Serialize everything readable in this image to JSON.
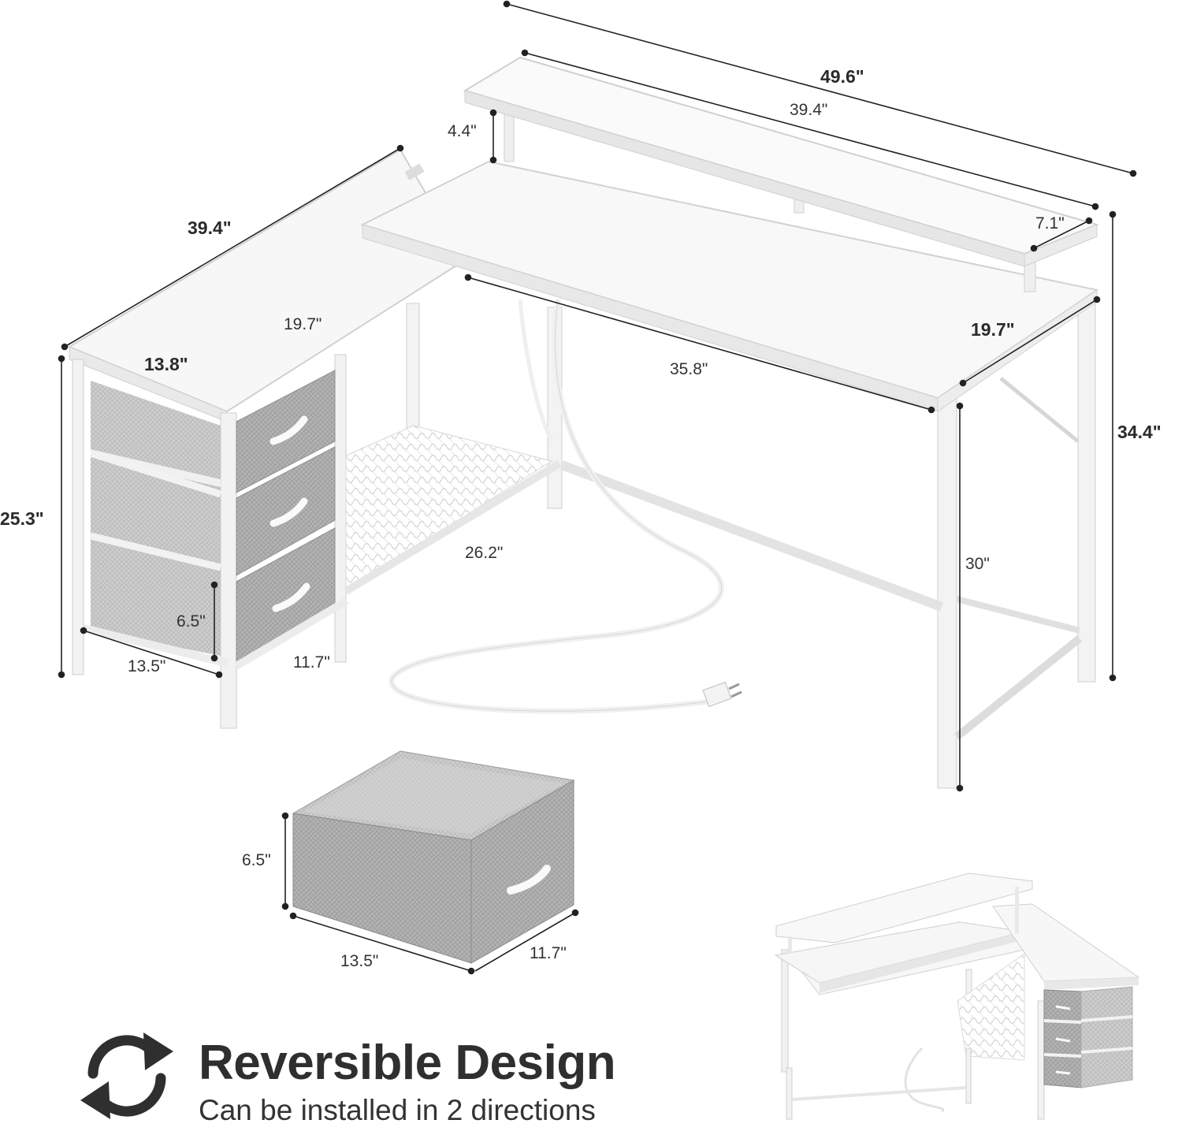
{
  "dimensions": {
    "overall_width": "49.6\"",
    "monitor_shelf_width": "39.4\"",
    "monitor_shelf_height": "4.4\"",
    "monitor_shelf_depth": "7.1\"",
    "side_length": "39.4\"",
    "side_inner_depth": "19.7\"",
    "cabinet_depth": "13.8\"",
    "main_desk_depth": "19.7\"",
    "main_inner_length": "35.8\"",
    "overall_height": "34.4\"",
    "desk_height": "30\"",
    "cabinet_height": "25.3\"",
    "shelf_length": "26.2\"",
    "drawer_height_front": "6.5\"",
    "cabinet_width_front": "13.5\"",
    "cabinet_side_depth": "11.7\""
  },
  "drawer": {
    "height": "6.5\"",
    "width": "13.5\"",
    "depth": "11.7\""
  },
  "headline": {
    "title": "Reversible Design",
    "subtitle": "Can be installed in 2 directions"
  },
  "colors": {
    "frame": "#f4f4f4",
    "fabric": "#a9a9a9",
    "fabric_light": "#c8c8c8",
    "dim_line": "#222222"
  },
  "icons": [
    "reverse-arrows-icon"
  ]
}
